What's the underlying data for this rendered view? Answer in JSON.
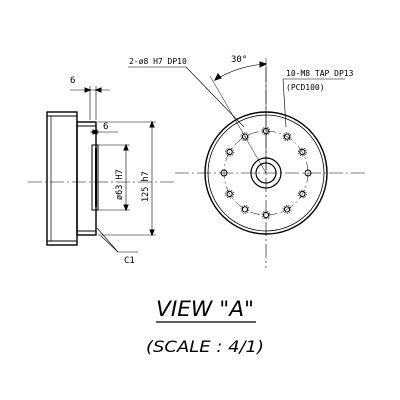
{
  "drawing": {
    "title": "VIEW \"A\"",
    "subtitle": "(SCALE : 4/1)",
    "side_view": {
      "dim_top": "6",
      "dim_inner": "6",
      "dim_bore": "ø63 H7",
      "dim_outer": "125 h7",
      "chamfer": "C1"
    },
    "front_view": {
      "pin_holes": "2-ø8 H7 DP10",
      "angle": "30°",
      "tap_holes": "10-M8 TAP DP13",
      "pcd": "(PCD100)",
      "tap_hole_count": 10,
      "pin_hole_count": 2
    },
    "colors": {
      "line": "#000000",
      "background": "#ffffff"
    }
  }
}
